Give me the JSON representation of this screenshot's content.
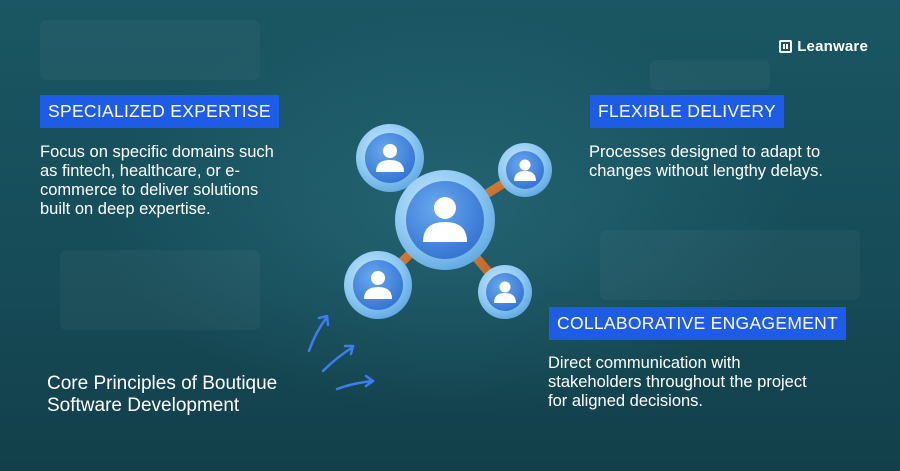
{
  "brand": {
    "name": "Leanware"
  },
  "title": {
    "line1": "Core Principles of Boutique",
    "line2": "Software Development"
  },
  "cards": {
    "specialized": {
      "heading": "SPECIALIZED EXPERTISE",
      "lines": [
        "Focus on specific domains such",
        "as fintech, healthcare, or e-",
        "commerce to deliver solutions",
        "built on deep expertise."
      ]
    },
    "flexible": {
      "heading": "FLEXIBLE DELIVERY",
      "lines": [
        "Processes designed to adapt to",
        "changes without lengthy delays."
      ]
    },
    "collaborative": {
      "heading": "COLLABORATIVE ENGAGEMENT",
      "lines": [
        "Direct communication with",
        "stakeholders throughout the project",
        "for aligned decisions."
      ]
    }
  },
  "icons": {
    "network": "user-network-icon",
    "user": "user-icon",
    "arrow": "arrow-icon",
    "logo": "leanware-logo-icon"
  },
  "colors": {
    "background": "#17505c",
    "badge": "#1f5ce6",
    "arrow": "#3f7cf0",
    "node_outer": "#8ec9f2",
    "node_inner": "#3f86e0",
    "connector": "#d2742c",
    "text": "#ffffff"
  }
}
